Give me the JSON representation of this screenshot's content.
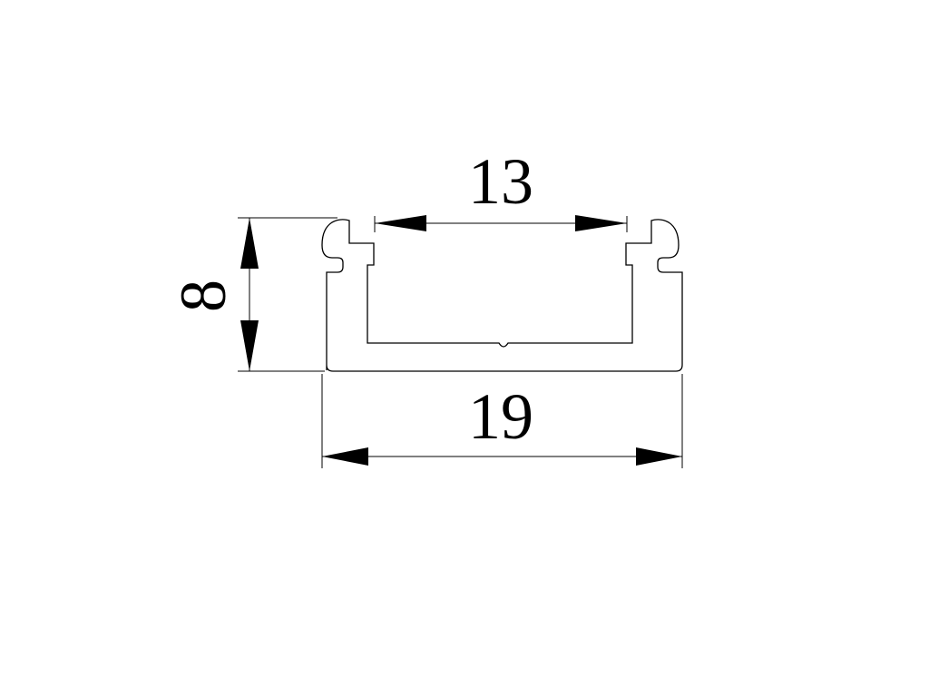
{
  "drawing": {
    "dimensions": {
      "inner_width": "13",
      "overall_width": "19",
      "height": "8"
    },
    "colors": {
      "line": "#000000",
      "background": "#ffffff"
    }
  }
}
